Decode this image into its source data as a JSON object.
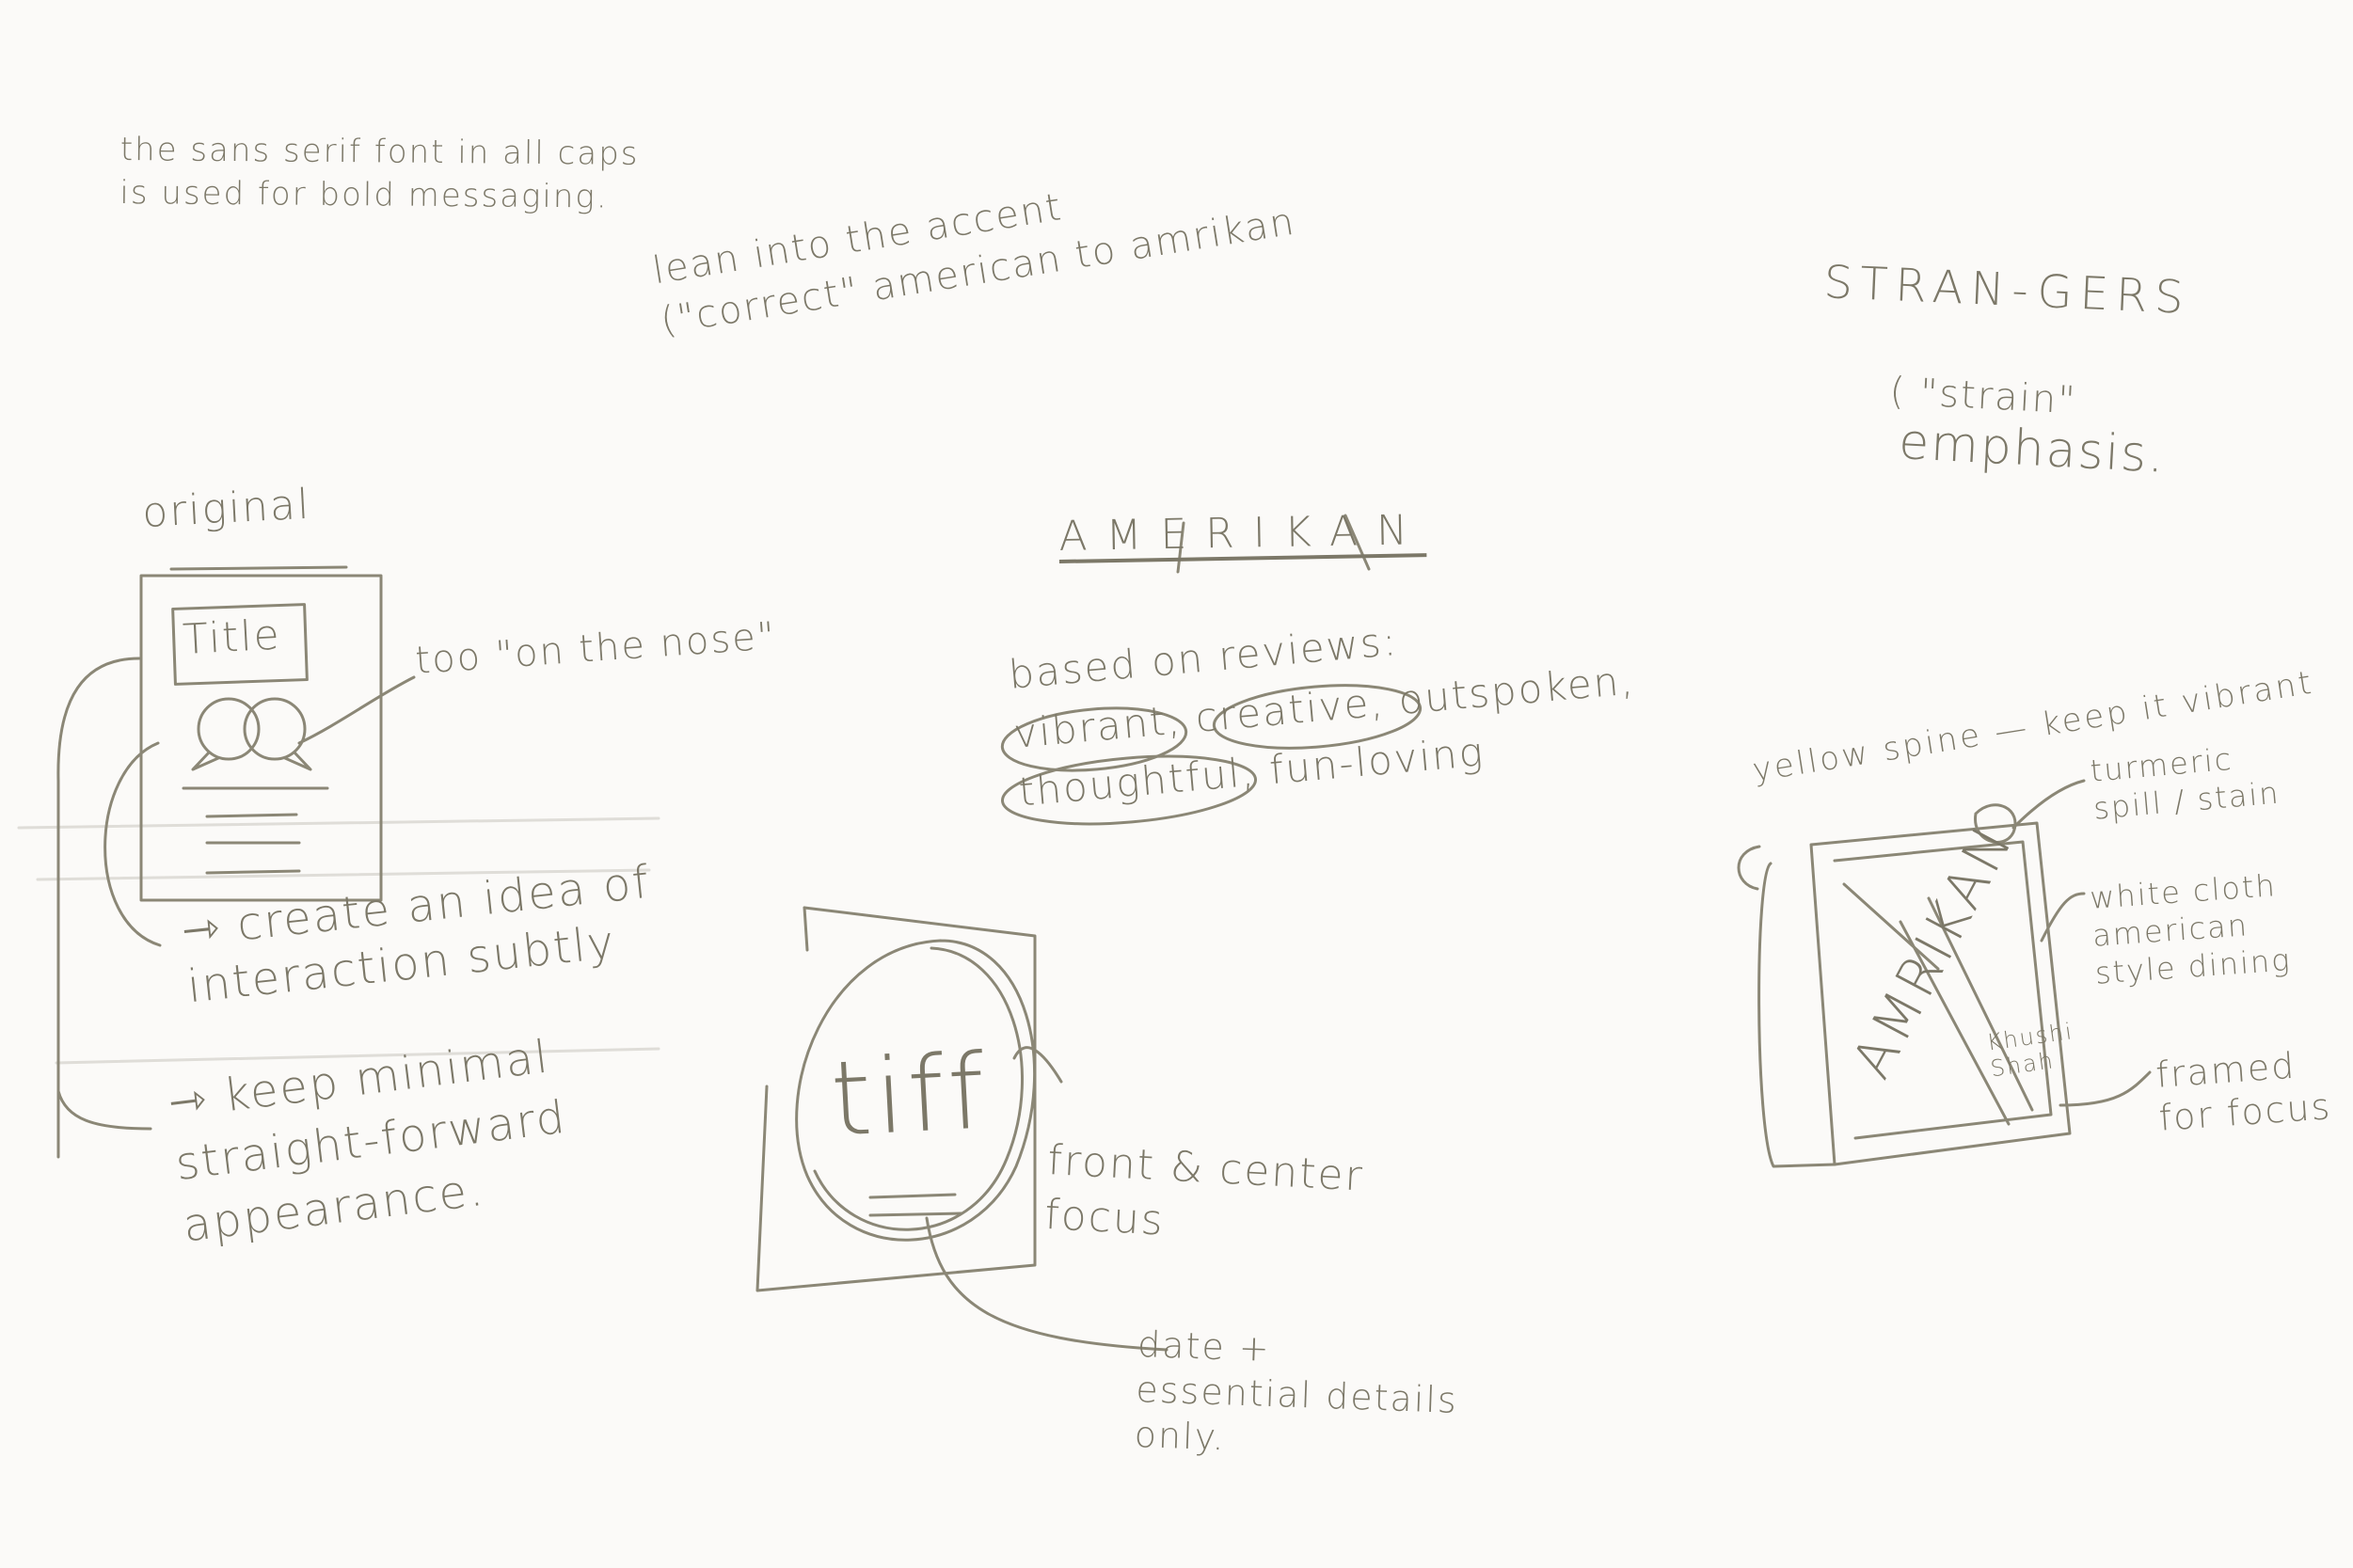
{
  "notes": {
    "sans_serif": "the sans serif font in all caps\nis used for bold messaging.",
    "accent": "lean into the accent\n(\"correct\" american to amrikan",
    "strangers_word": "STRAN-GERS",
    "strain": "( \"strain\"",
    "emphasis": "emphasis."
  },
  "left_sketch": {
    "label": "original",
    "title_box": "Title",
    "on_the_nose": "too \"on the nose\"",
    "create_idea": "⇾ create an idea of\n   interaction subtly",
    "keep_minimal": "⇾ keep minimal\n   straight-forward\n   appearance."
  },
  "center": {
    "american_word": "AMERIKAN",
    "reviews_heading": "based on reviews:",
    "traits": "vibrant, creative, outspoken,\nthoughtful, fun-loving"
  },
  "tiff_sketch": {
    "logo": "tiff",
    "front_center": "front & center\nfocus",
    "date_details": "date +\nessential details\nonly."
  },
  "right_sketch": {
    "spine": "yellow spine — keep it vibrant",
    "turmeric": "turmeric\nspill / stain",
    "white_cloth": "white cloth\namerican\nstyle dining",
    "framed": "framed\nfor focus",
    "cover_title": "AMRIKAN",
    "author": "Khushi\nShah"
  },
  "colors": {
    "paper": "#fbfaf8",
    "pencil": "#7c7868"
  }
}
